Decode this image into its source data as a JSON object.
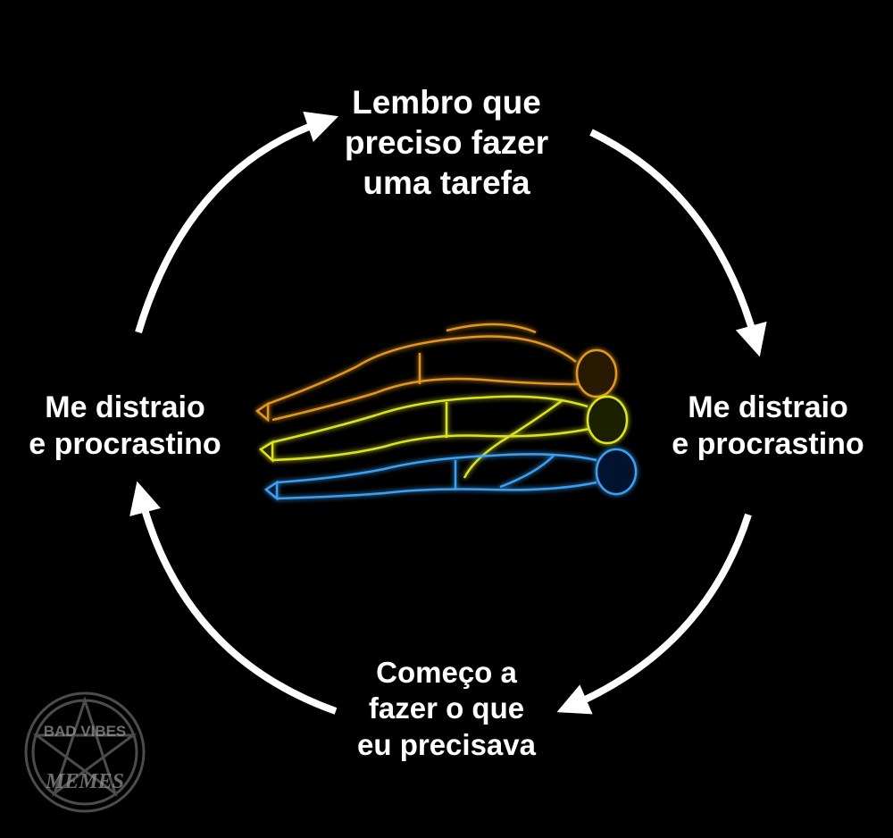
{
  "diagram": {
    "nodes": [
      {
        "id": "top",
        "lines": [
          "Lembro que",
          "preciso fazer",
          "uma tarefa"
        ]
      },
      {
        "id": "right",
        "lines": [
          "Me distraio",
          "e procrastino"
        ]
      },
      {
        "id": "bottom",
        "lines": [
          "Começo a",
          "fazer o que",
          "eu precisava"
        ]
      },
      {
        "id": "left",
        "lines": [
          "Me distraio",
          "e procrastino"
        ]
      }
    ],
    "edges": [
      {
        "from": "top",
        "to": "right"
      },
      {
        "from": "right",
        "to": "bottom"
      },
      {
        "from": "bottom",
        "to": "left"
      },
      {
        "from": "left",
        "to": "top"
      }
    ],
    "colors": {
      "background": "#000000",
      "text": "#ffffff",
      "arrow": "#ffffff",
      "figure_orange": "#f0a020",
      "figure_yellow": "#e8f020",
      "figure_blue": "#40a8ff"
    }
  },
  "watermark": {
    "text_top": "BAD VIBES",
    "text_bottom": "MEMES",
    "icon": "pentagram-seal-icon"
  },
  "image": {
    "icon": "levitating-glowing-bodies-icon"
  }
}
